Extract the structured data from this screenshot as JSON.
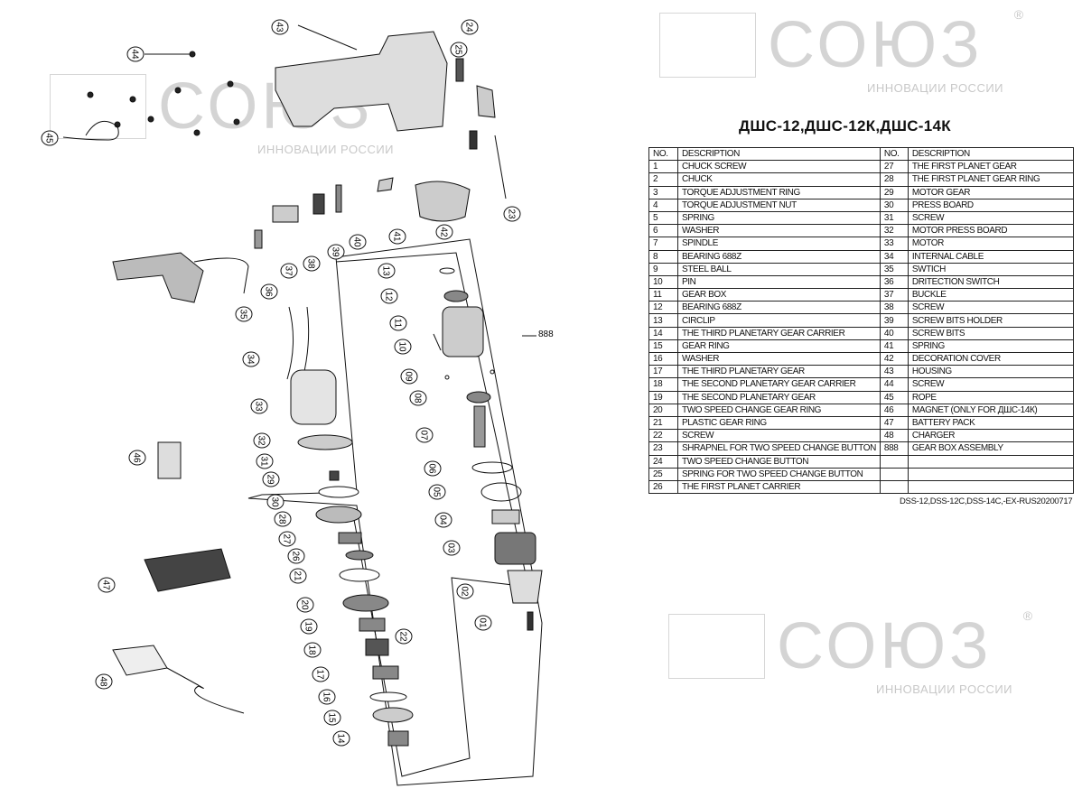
{
  "title": "ДШС-12,ДШС-12К,ДШС-14К",
  "watermark": {
    "brand": "СОЮЗ",
    "tagline": "ИННОВАЦИИ РОССИИ",
    "mark": "®"
  },
  "table": {
    "headers": {
      "no": "NO.",
      "description": "DESCRIPTION"
    },
    "left": [
      {
        "no": "1",
        "desc": "CHUCK SCREW"
      },
      {
        "no": "2",
        "desc": "CHUCK"
      },
      {
        "no": "3",
        "desc": "TORQUE ADJUSTMENT RING"
      },
      {
        "no": "4",
        "desc": "TORQUE ADJUSTMENT NUT"
      },
      {
        "no": "5",
        "desc": "SPRING"
      },
      {
        "no": "6",
        "desc": "WASHER"
      },
      {
        "no": "7",
        "desc": "SPINDLE"
      },
      {
        "no": "8",
        "desc": "BEARING 688Z"
      },
      {
        "no": "9",
        "desc": "STEEL BALL"
      },
      {
        "no": "10",
        "desc": "PIN"
      },
      {
        "no": "11",
        "desc": "GEAR BOX"
      },
      {
        "no": "12",
        "desc": "BEARING  688Z"
      },
      {
        "no": "13",
        "desc": "CIRCLIP"
      },
      {
        "no": "14",
        "desc": "THE THIRD PLANETARY GEAR CARRIER"
      },
      {
        "no": "15",
        "desc": "GEAR RING"
      },
      {
        "no": "16",
        "desc": "WASHER"
      },
      {
        "no": "17",
        "desc": "THE THIRD PLANETARY GEAR"
      },
      {
        "no": "18",
        "desc": "THE SECOND PLANETARY GEAR CARRIER"
      },
      {
        "no": "19",
        "desc": "THE SECOND PLANETARY GEAR"
      },
      {
        "no": "20",
        "desc": "TWO SPEED CHANGE GEAR RING"
      },
      {
        "no": "21",
        "desc": "PLASTIC GEAR RING"
      },
      {
        "no": "22",
        "desc": "SCREW"
      },
      {
        "no": "23",
        "desc": "SHRAPNEL FOR TWO SPEED CHANGE BUTTON"
      },
      {
        "no": "24",
        "desc": "TWO SPEED CHANGE BUTTON"
      },
      {
        "no": "25",
        "desc": "SPRING FOR TWO SPEED CHANGE BUTTON"
      },
      {
        "no": "26",
        "desc": "THE FIRST PLANET CARRIER"
      }
    ],
    "right": [
      {
        "no": "27",
        "desc": "THE FIRST PLANET GEAR"
      },
      {
        "no": "28",
        "desc": "THE FIRST PLANET GEAR RING"
      },
      {
        "no": "29",
        "desc": "MOTOR GEAR"
      },
      {
        "no": "30",
        "desc": "PRESS  BOARD"
      },
      {
        "no": "31",
        "desc": "SCREW"
      },
      {
        "no": "32",
        "desc": "MOTOR PRESS BOARD"
      },
      {
        "no": "33",
        "desc": "MOTOR"
      },
      {
        "no": "34",
        "desc": "INTERNAL CABLE"
      },
      {
        "no": "35",
        "desc": "SWTICH"
      },
      {
        "no": "36",
        "desc": "DRITECTION SWITCH"
      },
      {
        "no": "37",
        "desc": "BUCKLE"
      },
      {
        "no": "38",
        "desc": "SCREW"
      },
      {
        "no": "39",
        "desc": "SCREW BITS HOLDER"
      },
      {
        "no": "40",
        "desc": "SCREW BITS"
      },
      {
        "no": "41",
        "desc": "SPRING"
      },
      {
        "no": "42",
        "desc": "DECORATION COVER"
      },
      {
        "no": "43",
        "desc": "HOUSING"
      },
      {
        "no": "44",
        "desc": "SCREW"
      },
      {
        "no": "45",
        "desc": "ROPE"
      },
      {
        "no": "46",
        "desc": "MAGNET (ONLY FOR ДШС-14К)"
      },
      {
        "no": "47",
        "desc": "BATTERY PACK"
      },
      {
        "no": "48",
        "desc": "CHARGER"
      },
      {
        "no": "888",
        "desc": "GEAR BOX ASSEMBLY"
      },
      {
        "no": "",
        "desc": ""
      },
      {
        "no": "",
        "desc": ""
      },
      {
        "no": "",
        "desc": ""
      }
    ]
  },
  "footer": "DSS-12,DSS-12C,DSS-14C,-EX-RUS20200717",
  "callouts": [
    "43",
    "44",
    "45",
    "24",
    "25",
    "23",
    "42",
    "41",
    "40",
    "39",
    "38",
    "37",
    "36",
    "35",
    "34",
    "33",
    "32",
    "31",
    "29",
    "30",
    "28",
    "27",
    "26",
    "21",
    "20",
    "19",
    "18",
    "17",
    "16",
    "15",
    "14",
    "22",
    "13",
    "12",
    "11",
    "10",
    "09",
    "08",
    "07",
    "06",
    "05",
    "04",
    "03",
    "02",
    "01",
    "46",
    "47",
    "48"
  ],
  "assembly_label": "888"
}
